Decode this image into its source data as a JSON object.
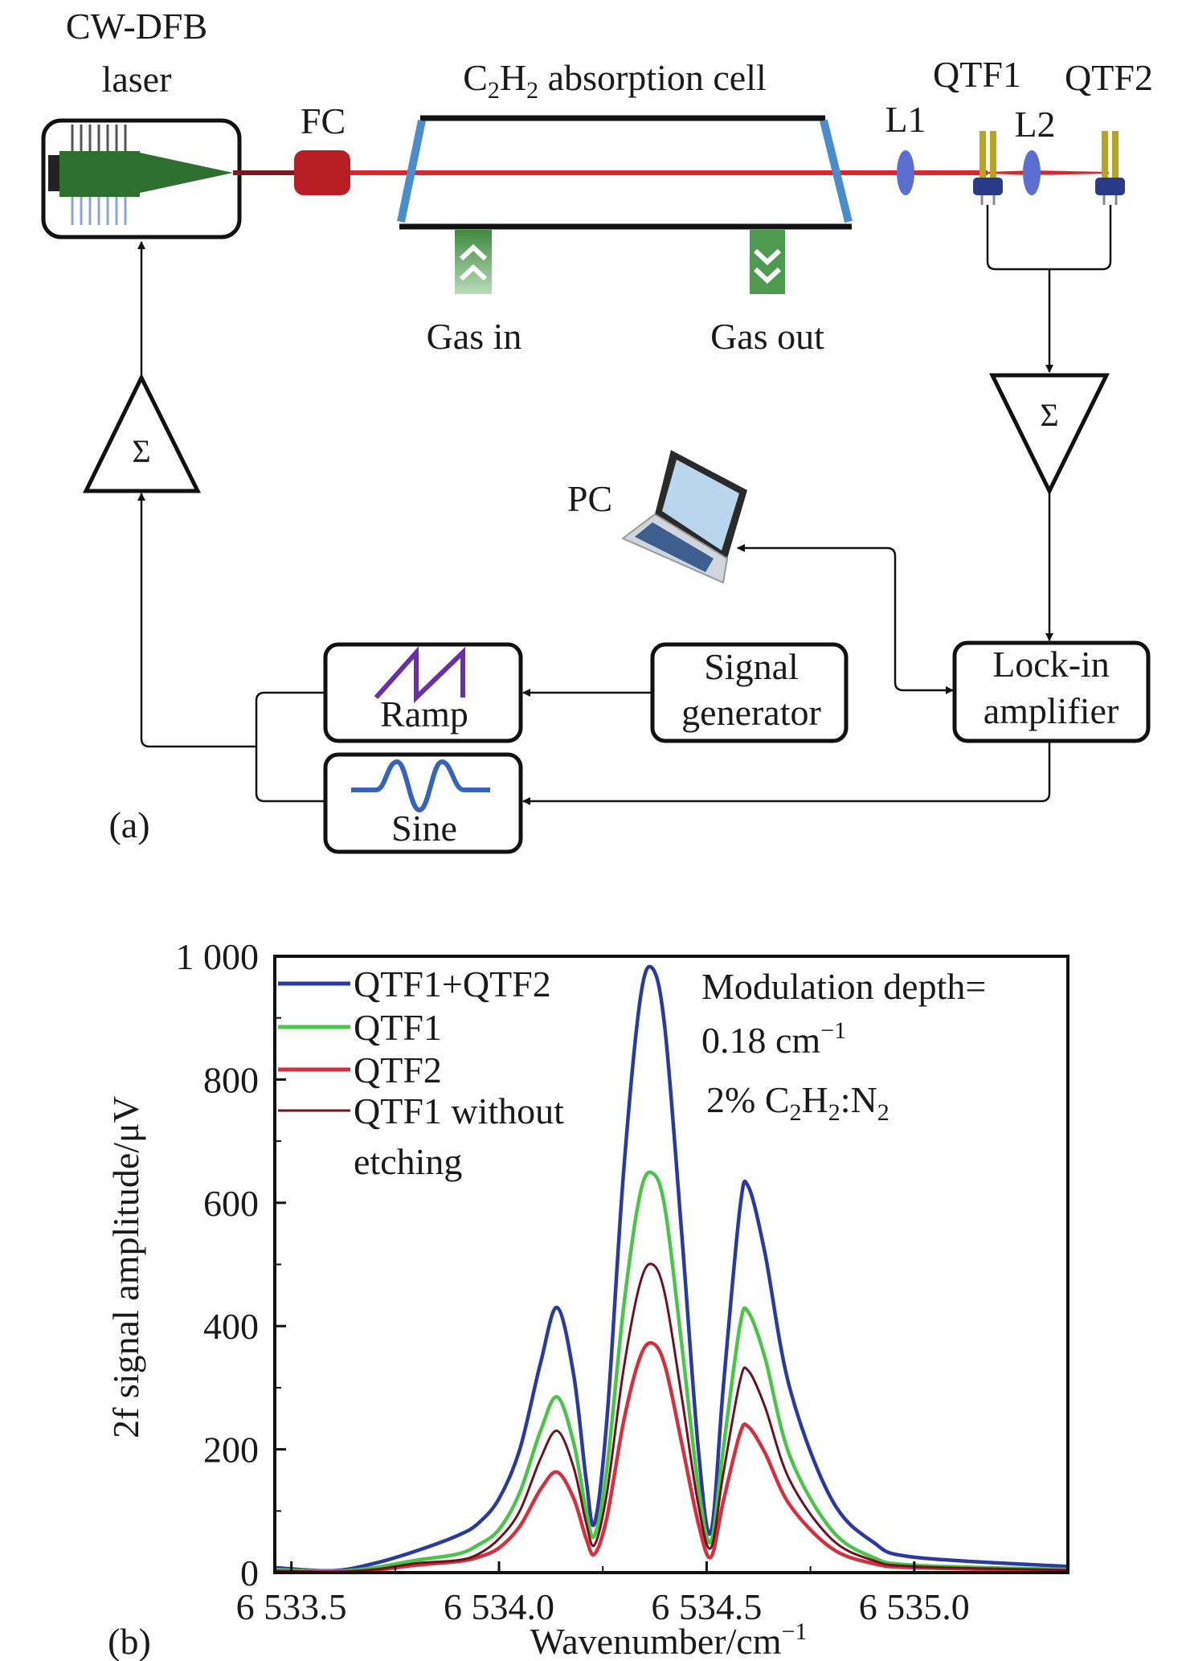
{
  "diagram": {
    "laser_label_line1": "CW-DFB",
    "laser_label_line2": "laser",
    "fc_label": "FC",
    "cell_label_c": "C",
    "cell_label_sub1": "2",
    "cell_label_h": "H",
    "cell_label_sub2": "2",
    "cell_label_rest": " absorption cell",
    "l1_label": "L1",
    "l2_label": "L2",
    "qtf1_label": "QTF1",
    "qtf2_label": "QTF2",
    "gas_in_label": "Gas in",
    "gas_out_label": "Gas out",
    "sum_symbol": "Σ",
    "pc_label": "PC",
    "lockin_line1": "Lock-in",
    "lockin_line2": "amplifier",
    "siggen_line1": "Signal",
    "siggen_line2": "generator",
    "ramp_label": "Ramp",
    "sine_label": "Sine",
    "panel_label": "(a)",
    "colors": {
      "laser_green": "#2e6e2e",
      "beam_red": "#d8282e",
      "fc_red": "#b81f25",
      "window_blue": "#4a8ccc",
      "lens_blue": "#5a6fcf",
      "qtf_gold": "#b8a424",
      "ramp_purple": "#6a2fa6",
      "sine_blue": "#3564b8",
      "gas_green": "#4e9a4e"
    }
  },
  "chart_data": {
    "type": "line",
    "panel_label": "(b)",
    "xlabel": "Wavenumber/cm",
    "xlabel_sup": "−1",
    "ylabel": "2f signal amplitude/μV",
    "xlim": [
      6533.46,
      6535.37
    ],
    "ylim": [
      0,
      1000
    ],
    "xticks": [
      6533.5,
      6534.0,
      6534.5,
      6535.0
    ],
    "xtick_labels": [
      "6 533.5",
      "6 534.0",
      "6 534.5",
      "6 535.0"
    ],
    "yticks": [
      0,
      200,
      400,
      600,
      800,
      1000
    ],
    "ytick_labels": [
      "0",
      "200",
      "400",
      "600",
      "800",
      "1 000"
    ],
    "grid": false,
    "legend_placement": "top-left",
    "annotation": {
      "line1": "Modulation depth=",
      "line2_value": "0.18 cm",
      "line2_sup": "−1",
      "line3_a": "2% C",
      "line3_sub1": "2",
      "line3_b": "H",
      "line3_sub2": "2",
      "line3_c": ":N",
      "line3_sub3": "2"
    },
    "x": [
      6533.46,
      6533.6,
      6533.7,
      6533.8,
      6533.9,
      6533.95,
      6534.0,
      6534.05,
      6534.1,
      6534.14,
      6534.18,
      6534.21,
      6534.23,
      6534.26,
      6534.3,
      6534.34,
      6534.37,
      6534.4,
      6534.44,
      6534.48,
      6534.51,
      6534.54,
      6534.58,
      6534.6,
      6534.64,
      6534.7,
      6534.8,
      6534.9,
      6535.0,
      6535.37
    ],
    "series": [
      {
        "name": "QTF1+QTF2",
        "color": "#2b3a9c",
        "values": [
          8,
          3,
          15,
          35,
          60,
          80,
          120,
          200,
          340,
          430,
          320,
          150,
          80,
          250,
          650,
          930,
          980,
          880,
          550,
          200,
          65,
          300,
          590,
          627,
          520,
          300,
          120,
          50,
          25,
          10
        ]
      },
      {
        "name": "QTF1",
        "color": "#4cc34a",
        "values": [
          5,
          2,
          8,
          20,
          30,
          45,
          70,
          130,
          230,
          285,
          210,
          100,
          60,
          170,
          430,
          615,
          648,
          590,
          370,
          140,
          50,
          200,
          400,
          423,
          350,
          190,
          70,
          25,
          12,
          5
        ]
      },
      {
        "name": "QTF2",
        "color": "#d0323f",
        "values": [
          2,
          1,
          4,
          12,
          18,
          25,
          40,
          75,
          135,
          163,
          120,
          55,
          30,
          90,
          245,
          350,
          372,
          335,
          210,
          80,
          25,
          115,
          225,
          237,
          195,
          110,
          40,
          15,
          8,
          3
        ]
      },
      {
        "name": "QTF1 without",
        "name_line2": "etching",
        "color": "#6b1420",
        "values": [
          3,
          1,
          5,
          15,
          20,
          30,
          55,
          100,
          185,
          230,
          170,
          80,
          45,
          130,
          330,
          470,
          500,
          450,
          285,
          110,
          40,
          160,
          310,
          328,
          270,
          150,
          55,
          20,
          10,
          4
        ]
      }
    ]
  }
}
